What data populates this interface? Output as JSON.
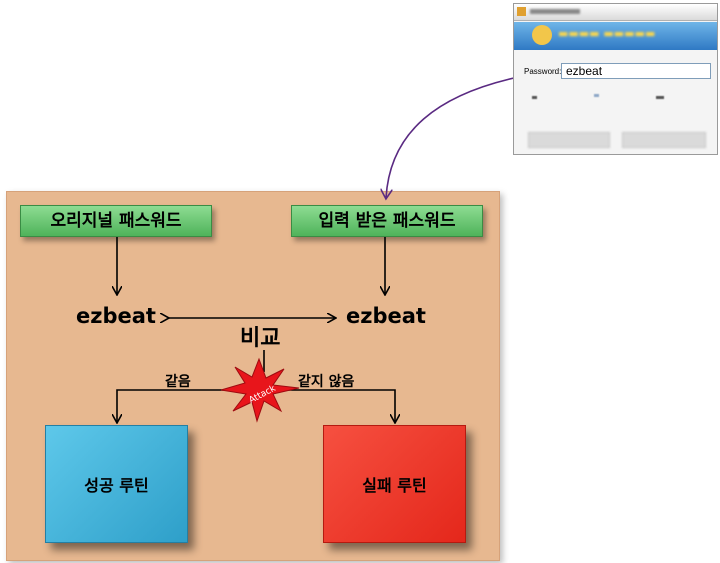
{
  "diagram": {
    "original_password_label": "오리지널 패스워드",
    "input_password_label": "입력 받은 패스워드",
    "left_value": "ezbeat",
    "right_value": "ezbeat",
    "compare_label": "비교",
    "same_label": "같음",
    "different_label": "같지 않음",
    "attack_label": "Attack",
    "success_routine": "성공 루틴",
    "fail_routine": "실패 루틴"
  },
  "login_window": {
    "password_label": "Password:",
    "password_value": "ezbeat"
  },
  "colors": {
    "panel": "#e7b890",
    "green_box": "#5cbd65",
    "success": "#3bb2dc",
    "fail": "#ee3527",
    "attack_star": "#e8151b",
    "connector": "#5a2a82"
  }
}
